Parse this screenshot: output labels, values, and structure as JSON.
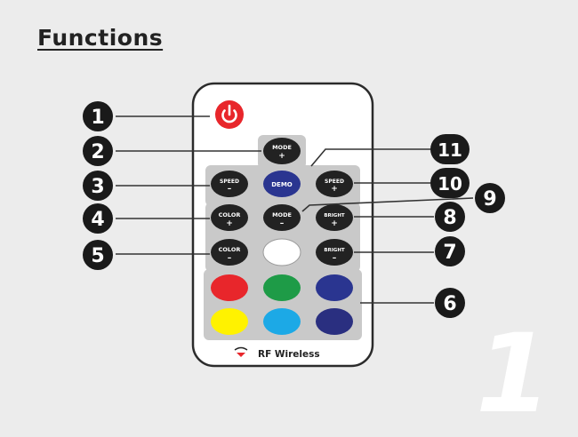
{
  "title": "Functions",
  "page_number": "1",
  "remote": {
    "brand_label": "RF Wireless",
    "buttons": {
      "mode_plus": {
        "top": "MODE",
        "sign": "+"
      },
      "speed_minus": {
        "top": "SPEED",
        "sign": "–"
      },
      "demo": {
        "top": "DEMO"
      },
      "speed_plus": {
        "top": "SPEED",
        "sign": "+"
      },
      "color_plus": {
        "top": "COLOR",
        "sign": "+"
      },
      "mode_minus": {
        "top": "MODE",
        "sign": "–"
      },
      "bright_plus": {
        "top": "BRIGHT",
        "sign": "+"
      },
      "color_minus": {
        "top": "COLOR",
        "sign": "–"
      },
      "bright_minus": {
        "top": "BRIGHT",
        "sign": "–"
      }
    },
    "colors": {
      "power": "#e8262b",
      "white": "#ffffff",
      "red": "#e8262b",
      "green": "#1e9b47",
      "blue": "#2a3590",
      "yellow": "#fff200",
      "cyan": "#1ca9e6",
      "navy": "#2a2f80",
      "demo": "#2a3590",
      "button": "#222222"
    }
  },
  "callouts": [
    "1",
    "2",
    "3",
    "4",
    "5",
    "6",
    "7",
    "8",
    "9",
    "10",
    "11"
  ]
}
